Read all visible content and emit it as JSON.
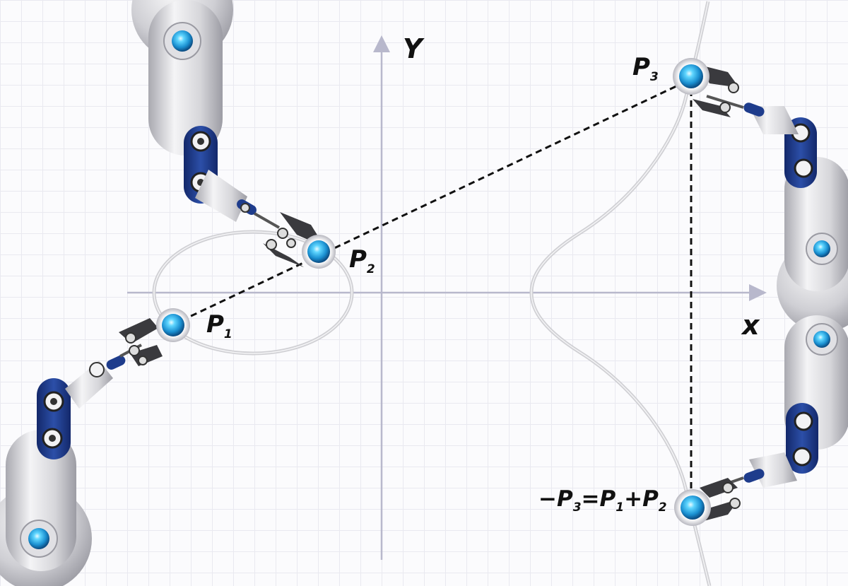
{
  "axes": {
    "x_label": "x",
    "y_label": "Y"
  },
  "points": {
    "p1": {
      "main": "P",
      "sub": "1"
    },
    "p2": {
      "main": "P",
      "sub": "2"
    },
    "p3": {
      "main": "P",
      "sub": "3"
    }
  },
  "sum_label": {
    "lead": "−P",
    "s1": "3",
    "eq": "=P",
    "s2": "1",
    "plus": "+P",
    "s3": "2"
  },
  "colors": {
    "axis": "#b4b4c8",
    "curve": "#d2d2d6",
    "arm_body": "#dcdce0",
    "joint_blue": "#1e3c8c",
    "light": "#2fb6ee"
  },
  "icons": [
    "robot-arm-icon",
    "gripper-icon",
    "glowing-orb-icon"
  ]
}
